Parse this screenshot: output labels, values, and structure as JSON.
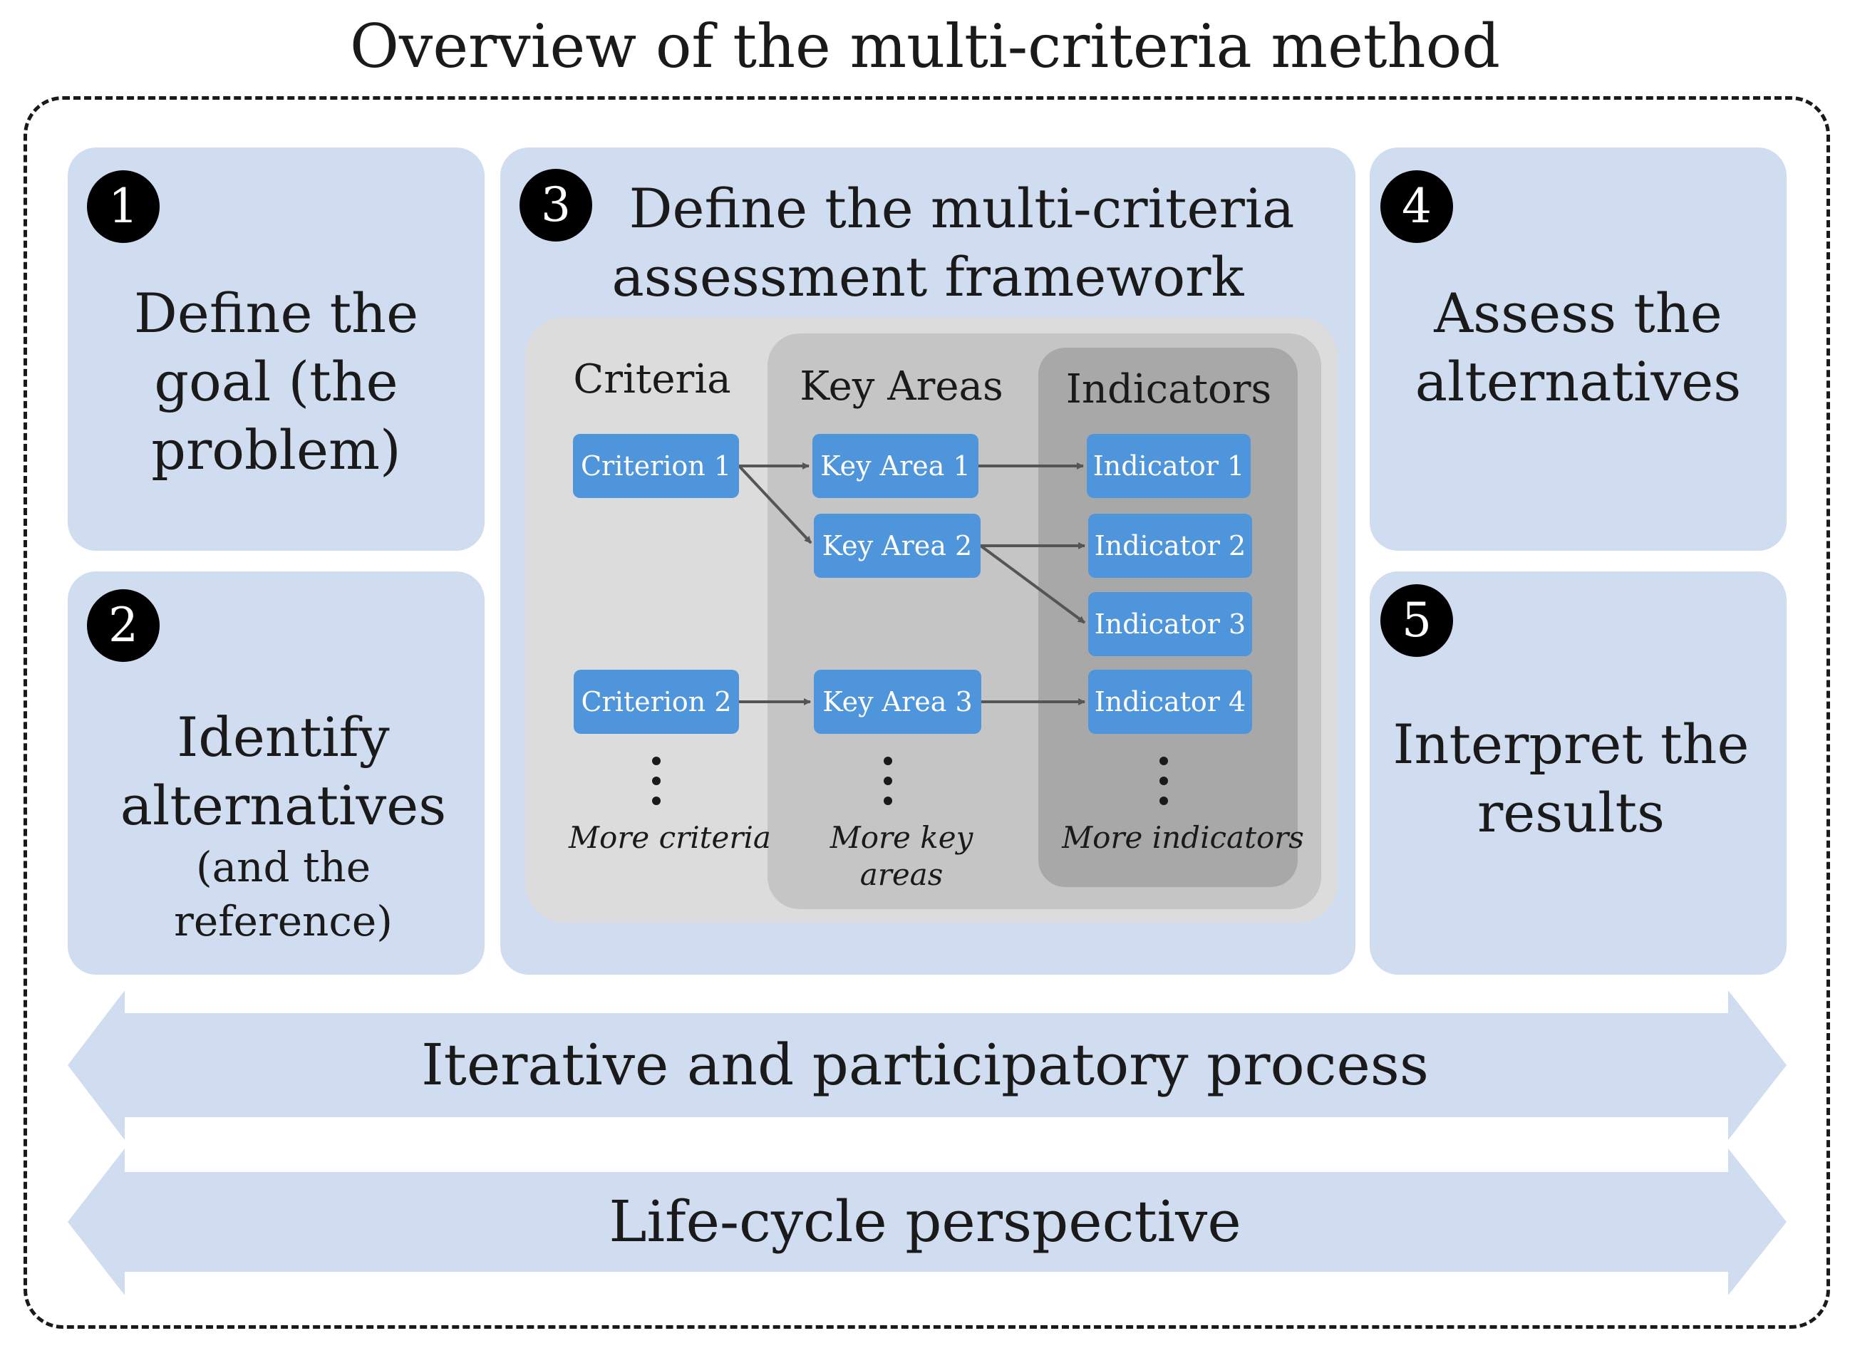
{
  "title": "Overview of the multi-criteria method",
  "steps": {
    "s1": {
      "number": "1",
      "lines": [
        "Define the",
        "goal (the",
        "problem)"
      ]
    },
    "s2": {
      "number": "2",
      "lines": [
        "Identify",
        "alternatives"
      ],
      "note": "(and the reference)"
    },
    "s3": {
      "number": "3",
      "lines": [
        "Define the multi-criteria",
        "assessment framework"
      ]
    },
    "s4": {
      "number": "4",
      "lines": [
        "Assess the",
        "alternatives"
      ]
    },
    "s5": {
      "number": "5",
      "lines": [
        "Interpret the",
        "results"
      ]
    }
  },
  "framework": {
    "columns": {
      "criteria": "Criteria",
      "key_areas": "Key Areas",
      "indicators": "Indicators"
    },
    "criteria": [
      "Criterion 1",
      "Criterion 2"
    ],
    "key_areas": [
      "Key Area 1",
      "Key Area 2",
      "Key Area 3"
    ],
    "indicators": [
      "Indicator 1",
      "Indicator 2",
      "Indicator 3",
      "Indicator 4"
    ],
    "more": {
      "criteria": "More criteria",
      "key_areas": "More key areas",
      "indicators": "More indicators"
    }
  },
  "banners": [
    "Iterative and participatory process",
    "Life-cycle perspective"
  ],
  "colors": {
    "panel": "#d0dcef",
    "node": "#4f95dc",
    "zone_outer": "#dcdcdc",
    "zone_middle": "#c5c5c5",
    "zone_inner": "#a8a8a8",
    "banner": "#d0dcef"
  }
}
